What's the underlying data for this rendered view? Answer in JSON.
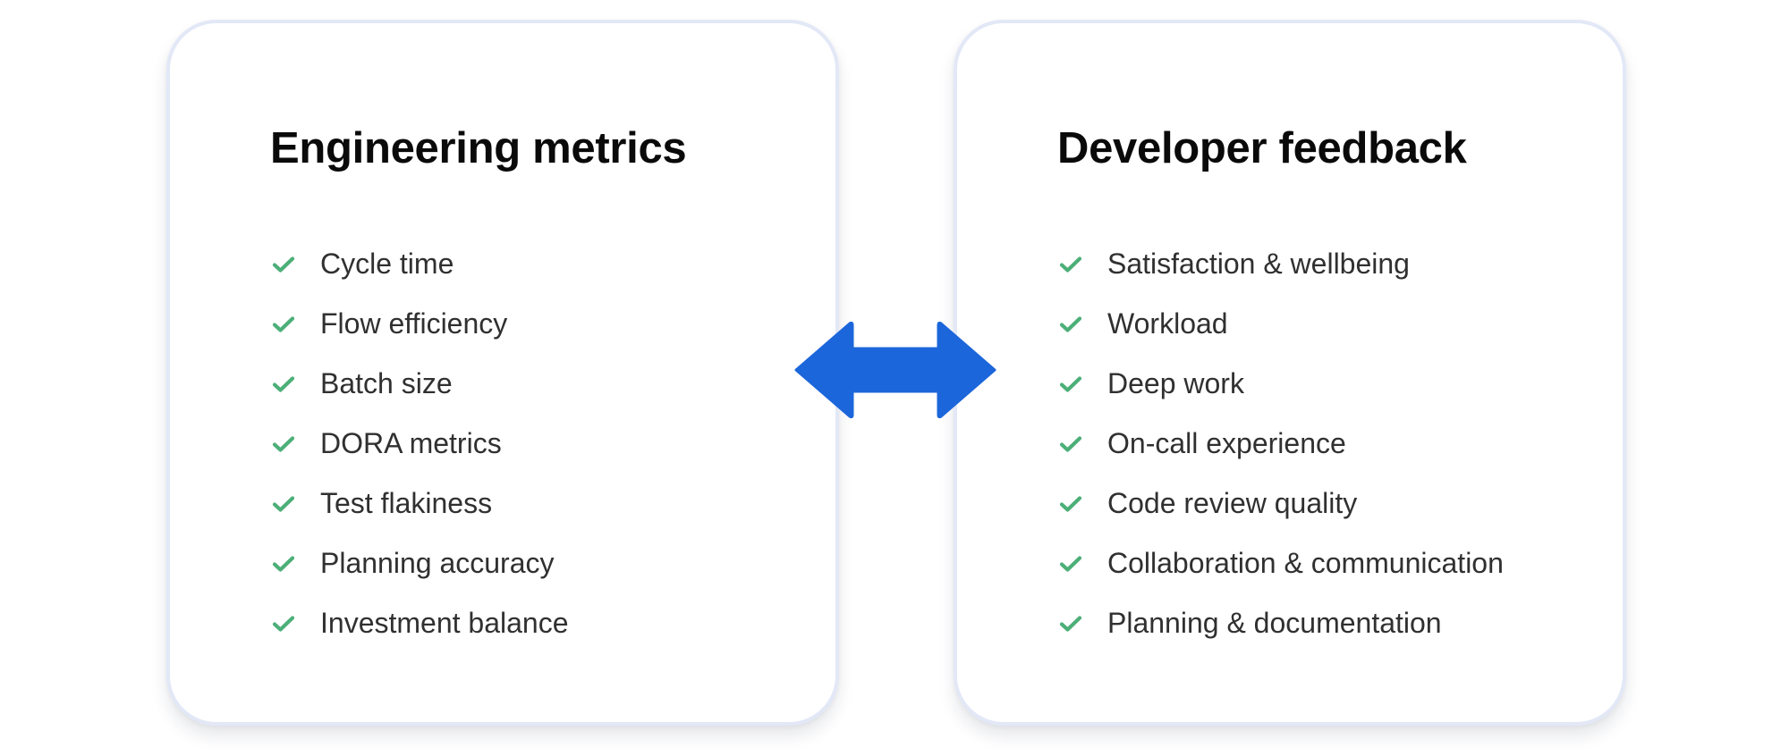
{
  "colors": {
    "arrow": "#1c66db",
    "check": "#4caf78",
    "card_border": "#e3e8f7",
    "title": "#0a0a0a",
    "text": "#303030"
  },
  "cards": [
    {
      "title": "Engineering metrics",
      "items": [
        {
          "icon": "check-icon",
          "label": "Cycle time"
        },
        {
          "icon": "check-icon",
          "label": "Flow efficiency"
        },
        {
          "icon": "check-icon",
          "label": "Batch size"
        },
        {
          "icon": "check-icon",
          "label": "DORA metrics"
        },
        {
          "icon": "check-icon",
          "label": "Test flakiness"
        },
        {
          "icon": "check-icon",
          "label": "Planning accuracy"
        },
        {
          "icon": "check-icon",
          "label": "Investment balance"
        }
      ]
    },
    {
      "title": "Developer feedback",
      "items": [
        {
          "icon": "check-icon",
          "label": "Satisfaction & wellbeing"
        },
        {
          "icon": "check-icon",
          "label": "Workload"
        },
        {
          "icon": "check-icon",
          "label": "Deep work"
        },
        {
          "icon": "check-icon",
          "label": "On-call experience"
        },
        {
          "icon": "check-icon",
          "label": "Code review quality"
        },
        {
          "icon": "check-icon",
          "label": "Collaboration & communication"
        },
        {
          "icon": "check-icon",
          "label": "Planning & documentation"
        }
      ]
    }
  ],
  "connector": {
    "icon": "double-arrow-icon"
  }
}
